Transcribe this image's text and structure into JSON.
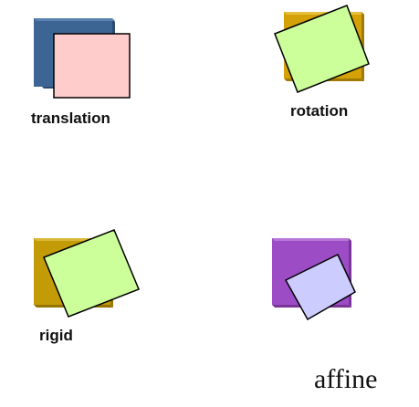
{
  "panels": {
    "translation": {
      "label": "translation",
      "base_color": "#3d6594",
      "overlay_color": "#ffcccc"
    },
    "rotation": {
      "label": "rotation",
      "base_color": "#d4a106",
      "overlay_color": "#ccff99"
    },
    "rigid": {
      "label": "rigid",
      "base_color": "#c39b07",
      "overlay_color": "#ccff99"
    },
    "affine": {
      "label": "affine",
      "base_color": "#9c4cc4",
      "overlay_color": "#ccccff"
    }
  }
}
